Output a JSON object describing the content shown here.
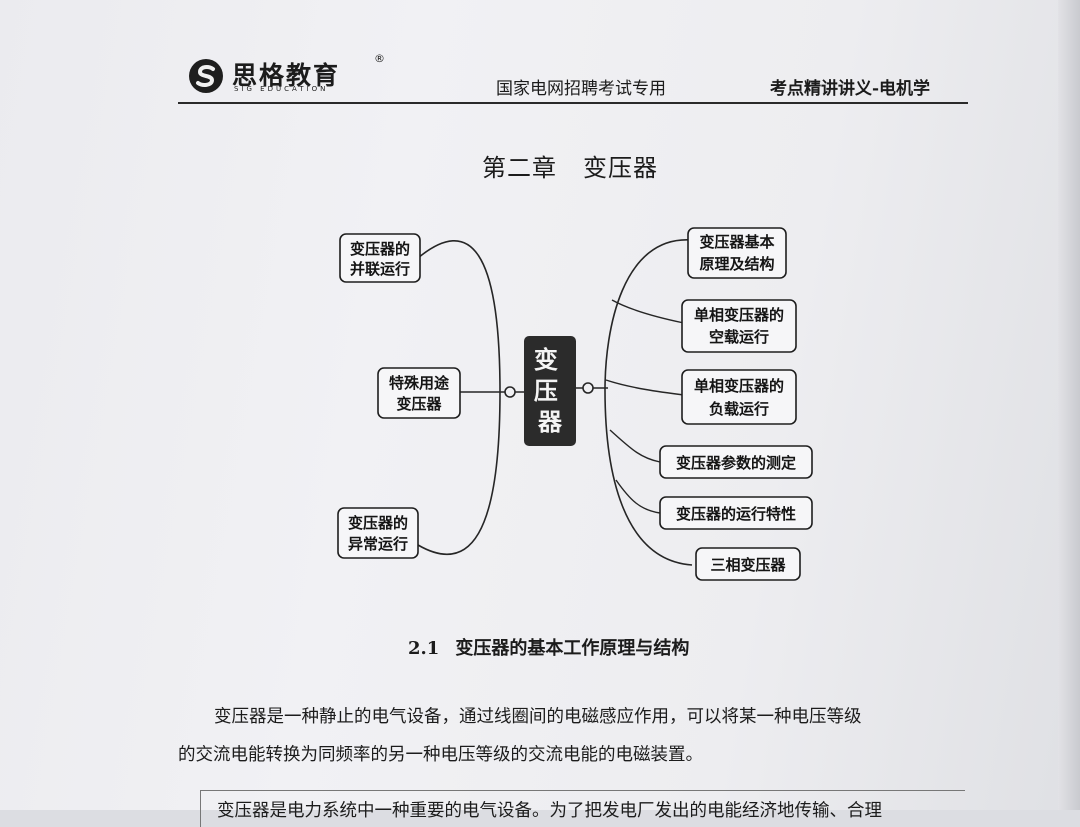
{
  "header": {
    "brand_cn": "思格教育",
    "brand_reg": "®",
    "brand_en": "SIG EDUCATION",
    "subtitle": "国家电网招聘考试专用",
    "right_title": "考点精讲讲义-电机学"
  },
  "chapter": {
    "label": "第二章",
    "title": "变压器"
  },
  "mindmap": {
    "center": "变压器",
    "left": [
      {
        "line1": "变压器的",
        "line2": "并联运行"
      },
      {
        "line1": "特殊用途",
        "line2": "变压器"
      },
      {
        "line1": "变压器的",
        "line2": "异常运行"
      }
    ],
    "right": [
      {
        "line1": "变压器基本",
        "line2": "原理及结构"
      },
      {
        "line1": "单相变压器的",
        "line2": "空载运行"
      },
      {
        "line1": "单相变压器的",
        "line2": "负载运行"
      },
      {
        "line1": "变压器参数的测定",
        "line2": ""
      },
      {
        "line1": "变压器的运行特性",
        "line2": ""
      },
      {
        "line1": "三相变压器",
        "line2": ""
      }
    ]
  },
  "section": {
    "number": "2.1",
    "title": "变压器的基本工作原理与结构"
  },
  "body": {
    "para1": "变压器是一种静止的电气设备，通过线圈间的电磁感应作用，可以将某一种电压等级",
    "para2": "的交流电能转换为同频率的另一种电压等级的交流电能的电磁装置。",
    "para3": "变压器是电力系统中一种重要的电气设备。为了把发电厂发出的电能经济地传输、合理"
  }
}
